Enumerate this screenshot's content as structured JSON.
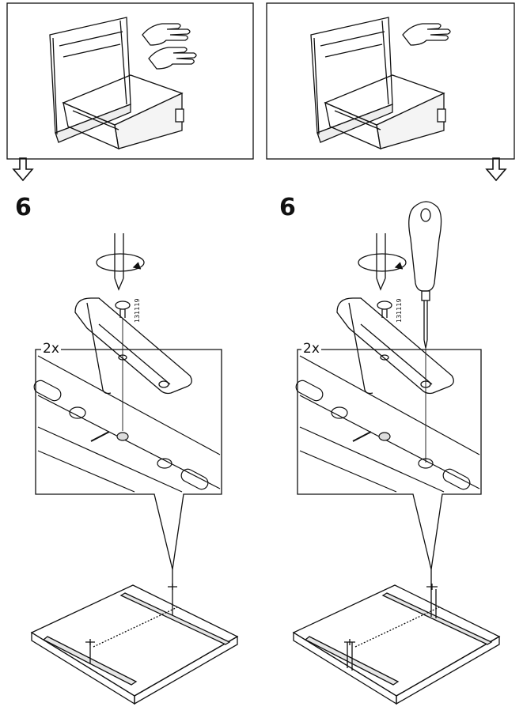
{
  "steps": [
    {
      "step_number": "6",
      "quantity": "2x",
      "part_code": "131119",
      "screwdriver": false
    },
    {
      "step_number": "6",
      "quantity": "2x",
      "part_code": "131119",
      "screwdriver": true
    }
  ],
  "colors": {
    "line": "#111111",
    "background": "#ffffff",
    "shade": "#d9d9d9"
  },
  "icons": [
    "hand-pointing-icon",
    "down-arrow-icon",
    "rotate-arrow-icon",
    "screwdriver-icon"
  ]
}
